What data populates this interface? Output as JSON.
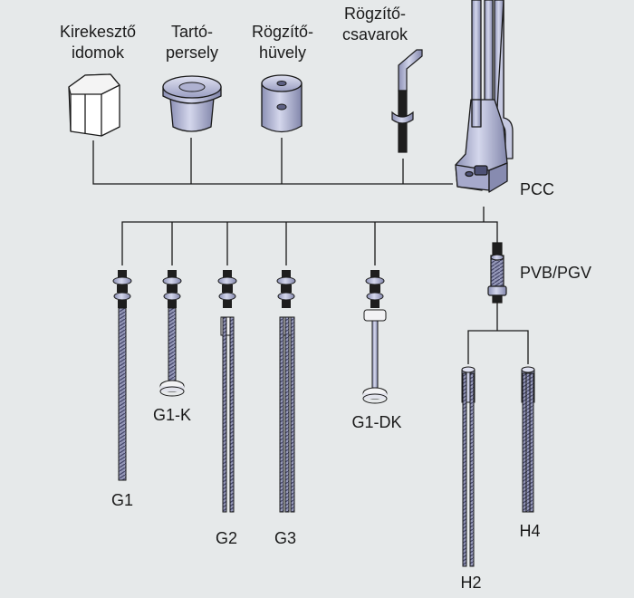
{
  "palette": {
    "background": "#e6e9ea",
    "line": "#1a1a1a",
    "metal": "#b9bdd9",
    "metal_dark": "#7c80a4",
    "thread": "#6f7193",
    "nut": "#1e1e1e"
  },
  "accessories": [
    {
      "id": "kireketo",
      "label_lines": [
        "Kirekesztő",
        "idomok"
      ],
      "icon": "hexagonal-block-icon"
    },
    {
      "id": "tarto",
      "label_lines": [
        "Tartó-",
        "persely"
      ],
      "icon": "support-sleeve-icon"
    },
    {
      "id": "rogzito-huvely",
      "label_lines": [
        "Rögzítő-",
        "hüvely"
      ],
      "icon": "fixing-sleeve-icon"
    },
    {
      "id": "rogzito-csavarok",
      "label_lines": [
        "Rögzítő-",
        "csavarok"
      ],
      "icon": "wing-screw-icon"
    }
  ],
  "main_unit": {
    "label": "PCC",
    "icon": "pcc-holder-icon"
  },
  "adapter": {
    "label": "PVB/PGV",
    "icon": "threaded-adapter-icon"
  },
  "rods": [
    {
      "id": "g1",
      "label": "G1"
    },
    {
      "id": "g1k",
      "label": "G1-K"
    },
    {
      "id": "g2",
      "label": "G2"
    },
    {
      "id": "g3",
      "label": "G3"
    },
    {
      "id": "g1dk",
      "label": "G1-DK"
    },
    {
      "id": "h2",
      "label": "H2"
    },
    {
      "id": "h4",
      "label": "H4"
    }
  ]
}
